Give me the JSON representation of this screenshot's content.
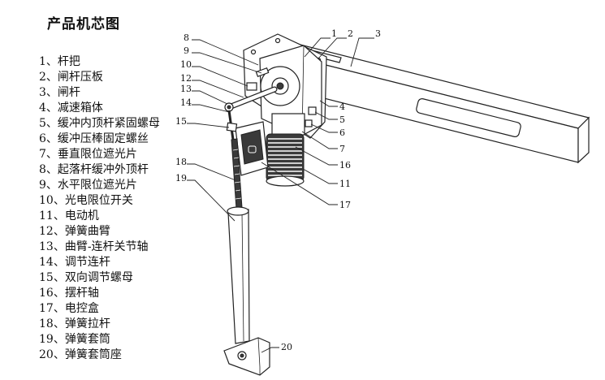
{
  "title": "产品机芯图",
  "legend": [
    {
      "label": "1、杆把"
    },
    {
      "label": "2、闸杆压板"
    },
    {
      "label": "3、闸杆"
    },
    {
      "label": "4、减速箱体"
    },
    {
      "label": "5、缓冲内顶杆紧固螺母"
    },
    {
      "label": "6、缓冲压棒固定螺丝"
    },
    {
      "label": "7、垂直限位遮光片"
    },
    {
      "label": "8、起落杆缓冲外顶杆"
    },
    {
      "label": "9、水平限位遮光片"
    },
    {
      "label": "10、光电限位开关"
    },
    {
      "label": "11、电动机"
    },
    {
      "label": "12、弹簧曲臂"
    },
    {
      "label": "13、曲臂-连杆关节轴"
    },
    {
      "label": "14、调节连杆"
    },
    {
      "label": "15、双向调节螺母"
    },
    {
      "label": "16、摆杆轴"
    },
    {
      "label": "17、电控盒"
    },
    {
      "label": "18、弹簧拉杆"
    },
    {
      "label": "19、弹簧套筒"
    },
    {
      "label": "20、弹簧套筒座"
    }
  ],
  "callouts": [
    {
      "label": "1"
    },
    {
      "label": "2"
    },
    {
      "label": "3"
    },
    {
      "label": "8"
    },
    {
      "label": "9"
    },
    {
      "label": "10"
    },
    {
      "label": "12"
    },
    {
      "label": "13"
    },
    {
      "label": "14"
    },
    {
      "label": "15"
    },
    {
      "label": "4"
    },
    {
      "label": "5"
    },
    {
      "label": "6"
    },
    {
      "label": "7"
    },
    {
      "label": "16"
    },
    {
      "label": "11"
    },
    {
      "label": "17"
    },
    {
      "label": "18"
    },
    {
      "label": "19"
    },
    {
      "label": "20"
    }
  ]
}
